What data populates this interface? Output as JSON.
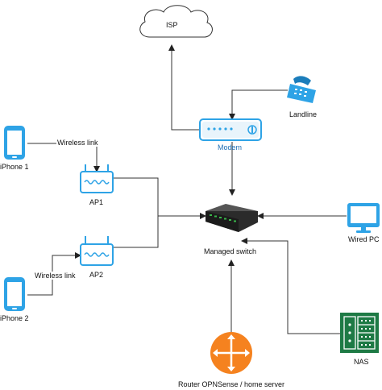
{
  "nodes": {
    "isp": {
      "label": "ISP",
      "icon": "cloud-icon"
    },
    "landline": {
      "label": "Landline",
      "icon": "telephone-icon"
    },
    "modem": {
      "label": "Modem",
      "icon": "modem-icon"
    },
    "iphone1": {
      "label": "iPhone 1",
      "icon": "smartphone-icon"
    },
    "iphone2": {
      "label": "iPhone 2",
      "icon": "smartphone-icon"
    },
    "ap1": {
      "label": "AP1",
      "icon": "wireless-access-point-icon"
    },
    "ap2": {
      "label": "AP2",
      "icon": "wireless-access-point-icon"
    },
    "switch": {
      "label": "Managed switch",
      "icon": "network-switch-icon"
    },
    "wired_pc": {
      "label": "Wired PC",
      "icon": "monitor-icon"
    },
    "nas": {
      "label": "NAS",
      "icon": "nas-server-icon"
    },
    "router": {
      "label": "Router OPNSense / home server",
      "icon": "router-icon"
    }
  },
  "edges": {
    "wireless_link_1": {
      "label": "Wireless link"
    },
    "wireless_link_2": {
      "label": "Wireless link"
    }
  },
  "colors": {
    "device_blue": "#2ea3e6",
    "router_orange": "#f5821f",
    "nas_green": "#1e7a45",
    "modem_label_blue": "#1f6fb5",
    "line": "#333333"
  }
}
